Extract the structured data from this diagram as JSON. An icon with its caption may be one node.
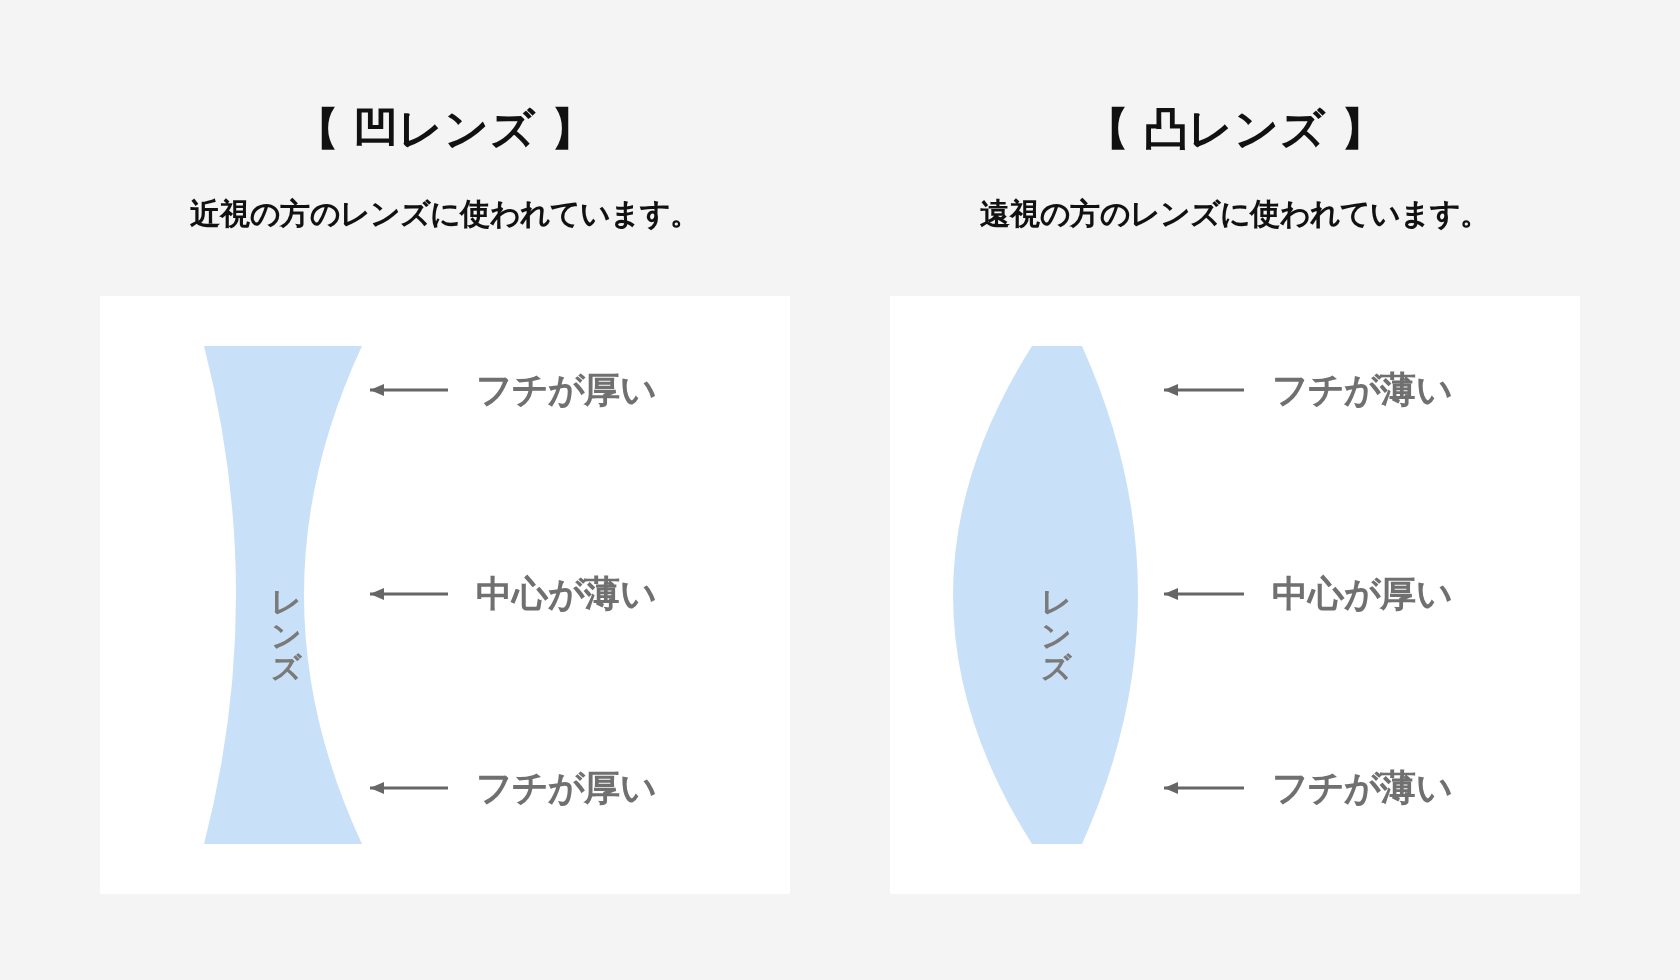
{
  "diagram": {
    "nodes": [
      {
        "text": [
          "【 凹レンズ 】",
          "近視の方のレンズに使われています。"
        ]
      },
      {
        "text": [
          "レンズ"
        ],
        "in": 0
      },
      {
        "text": [
          "フチが厚い"
        ],
        "in": 0
      },
      {
        "text": [
          "中心が薄い"
        ],
        "in": 0
      },
      {
        "text": [
          "フチが厚い"
        ],
        "in": 0
      },
      {
        "text": [
          "【 凸レンズ 】",
          "遠視の方のレンズに使われています。"
        ]
      },
      {
        "text": [
          "レンズ"
        ],
        "in": 5
      },
      {
        "text": [
          "フチが薄い"
        ],
        "in": 5
      },
      {
        "text": [
          "中心が厚い"
        ],
        "in": 5
      },
      {
        "text": [
          "フチが薄い"
        ],
        "in": 5
      }
    ],
    "edges": [
      {
        "from": 2,
        "to": 1,
        "arrow": "to"
      },
      {
        "from": 3,
        "to": 1,
        "arrow": "to"
      },
      {
        "from": 4,
        "to": 1,
        "arrow": "to"
      },
      {
        "from": 7,
        "to": 6,
        "arrow": "to"
      },
      {
        "from": 8,
        "to": 6,
        "arrow": "to"
      },
      {
        "from": 9,
        "to": 6,
        "arrow": "to"
      }
    ]
  }
}
